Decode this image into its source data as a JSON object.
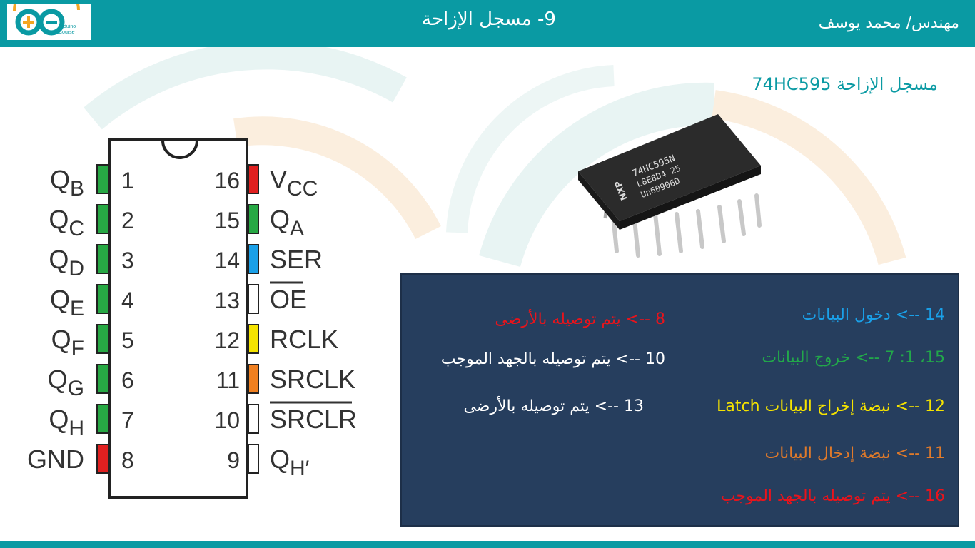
{
  "header": {
    "title": "9- مسجل الإزاحة",
    "author": "مهندس/ محمد يوسف",
    "logo_text": "Arduino Course"
  },
  "slide": {
    "heading": "مسجل الإزاحة 74HC595"
  },
  "pinout": {
    "left_pins": [
      {
        "label": "Q",
        "sub": "B",
        "num": "1",
        "color": "#27a844"
      },
      {
        "label": "Q",
        "sub": "C",
        "num": "2",
        "color": "#27a844"
      },
      {
        "label": "Q",
        "sub": "D",
        "num": "3",
        "color": "#27a844"
      },
      {
        "label": "Q",
        "sub": "E",
        "num": "4",
        "color": "#27a844"
      },
      {
        "label": "Q",
        "sub": "F",
        "num": "5",
        "color": "#27a844"
      },
      {
        "label": "Q",
        "sub": "G",
        "num": "6",
        "color": "#27a844"
      },
      {
        "label": "Q",
        "sub": "H",
        "num": "7",
        "color": "#27a844"
      },
      {
        "label": "GND",
        "sub": "",
        "num": "8",
        "color": "#e02020"
      }
    ],
    "right_pins": [
      {
        "label": "V",
        "sub": "CC",
        "num": "16",
        "color": "#e02020"
      },
      {
        "label": "Q",
        "sub": "A",
        "num": "15",
        "color": "#27a844"
      },
      {
        "label": "SER",
        "sub": "",
        "num": "14",
        "color": "#1aa0e8"
      },
      {
        "label": "OE",
        "sub": "",
        "num": "13",
        "color": "#ffffff",
        "overline": true
      },
      {
        "label": "RCLK",
        "sub": "",
        "num": "12",
        "color": "#f5e300"
      },
      {
        "label": "SRCLK",
        "sub": "",
        "num": "11",
        "color": "#f08020"
      },
      {
        "label": "SRCLR",
        "sub": "",
        "num": "10",
        "color": "#ffffff",
        "overline": true
      },
      {
        "label": "Q",
        "sub": "H′",
        "num": "9",
        "color": "#ffffff"
      }
    ]
  },
  "chip_photo": {
    "marking_1": "74HC595N",
    "marking_2": "L8E8D4  25",
    "marking_3": "Un60906D",
    "brand": "NXP"
  },
  "info": {
    "data_in": "14 --> دخول البيانات",
    "data_out": "15، 1: 7 --> خروج البيانات",
    "latch": "12 --> نبضة إخراج البيانات Latch",
    "clock": "11 --> نبضة إدخال البيانات",
    "vcc": "16 --> يتم توصيله بالجهد الموجب",
    "gnd": "8 --> يتم توصيله بالأرضى",
    "srclr": "10 --> يتم توصيله بالجهد الموجب",
    "oe": "13 --> يتم توصيله بالأرضى"
  },
  "colors": {
    "teal": "#0a9aa3",
    "box": "#263e5e",
    "blue_text": "#1aa0e8",
    "green_text": "#22a84a",
    "yellow_text": "#f5e300",
    "orange_text": "#e07a2a",
    "red_text": "#e8141c",
    "white_text": "#ffffff"
  }
}
